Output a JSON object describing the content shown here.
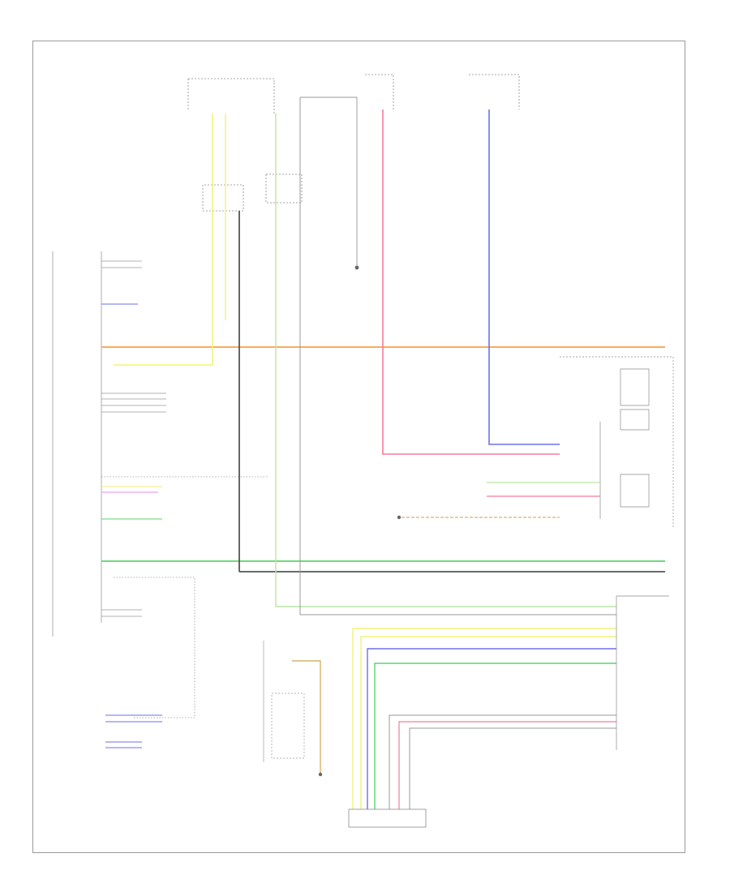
{
  "diagram": {
    "page_number": "",
    "top_modules": [
      {
        "id": "m1",
        "lines": [
          "",
          ""
        ]
      },
      {
        "id": "m2",
        "lines": [
          "",
          ""
        ]
      },
      {
        "id": "m3",
        "lines": [
          "",
          ""
        ]
      }
    ],
    "components": [
      {
        "id": "bcm",
        "label": ""
      },
      {
        "id": "combo-meter",
        "label": ""
      },
      {
        "id": "rear-camera",
        "label": ""
      },
      {
        "id": "display-unit",
        "label": ""
      },
      {
        "id": "can-gateway",
        "label": ""
      }
    ],
    "wire_colors": {
      "yellow": "#f2f27a",
      "green_light": "#b9e6a5",
      "green": "#59d66a",
      "orange": "#f6a14a",
      "pink": "#f67b9a",
      "blue": "#6b6ff0",
      "dark": "#555555",
      "gray": "#9a9a9a",
      "tan": "#d6b46a",
      "violet": "#e58bf0"
    }
  }
}
